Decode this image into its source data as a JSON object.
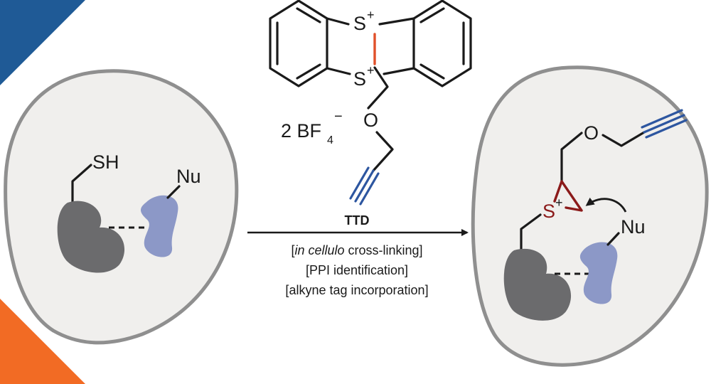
{
  "colors": {
    "corner_blue": "#1f5a96",
    "corner_orange": "#f26b24",
    "cell_fill": "#f0efed",
    "cell_border": "#8f8f8f",
    "protein_dark": "#6b6b6d",
    "protein_blue": "#8c98c7",
    "alkyne_blue": "#2d56a0",
    "bridge_orange": "#e0502a",
    "episulfonium_red": "#8b1a1a",
    "ink": "#1a1a1a"
  },
  "reagent": {
    "s_plus_top": "S",
    "s_plus_bottom": "S",
    "charge": "+",
    "counterion_coeff": "2 BF",
    "counterion_sub": "4",
    "counterion_charge": "−",
    "oxygen": "O",
    "name": "TTD"
  },
  "conditions": [
    {
      "italic": "in cellulo",
      "rest": " cross-linking"
    },
    {
      "italic": "",
      "rest": "PPI identification"
    },
    {
      "italic": "",
      "rest": "alkyne tag incorporation"
    }
  ],
  "left_cell": {
    "thiol": "SH",
    "nucleophile": "Nu"
  },
  "right_cell": {
    "oxygen": "O",
    "sulfonium": "S",
    "charge": "+",
    "nucleophile": "Nu"
  }
}
